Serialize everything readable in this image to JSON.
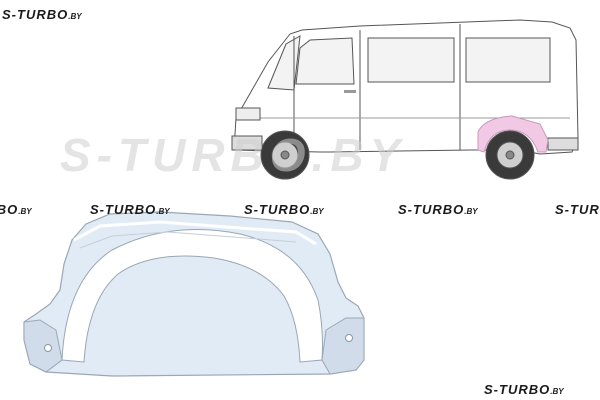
{
  "image": {
    "description_items": [
      "van",
      "rear-wheel-arch-panel"
    ],
    "highlight_color": "#f2c9e4",
    "panel_color": "#dfe9f3"
  },
  "watermark": {
    "brand": "S-TURBO",
    "tld": ".BY",
    "big_text": "S-TURBO.BY"
  }
}
